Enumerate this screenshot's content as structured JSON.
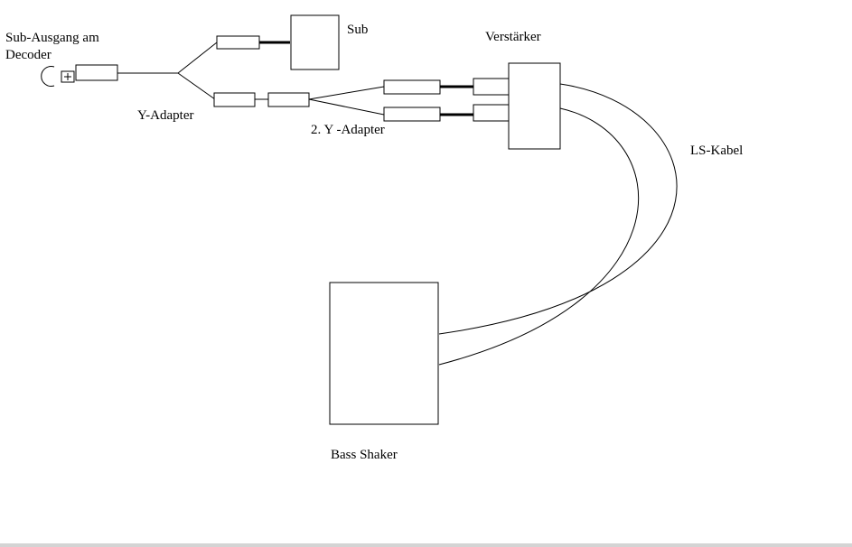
{
  "diagram": {
    "labels": {
      "decoder_output": "Sub-Ausgang am\nDecoder",
      "y_adapter": "Y-Adapter",
      "second_y_adapter": "2. Y -Adapter",
      "sub": "Sub",
      "amplifier": "Verstärker",
      "speaker_cable": "LS-Kabel",
      "bass_shaker": "Bass Shaker"
    },
    "colors": {
      "line": "#000000",
      "background": "#ffffff"
    }
  }
}
